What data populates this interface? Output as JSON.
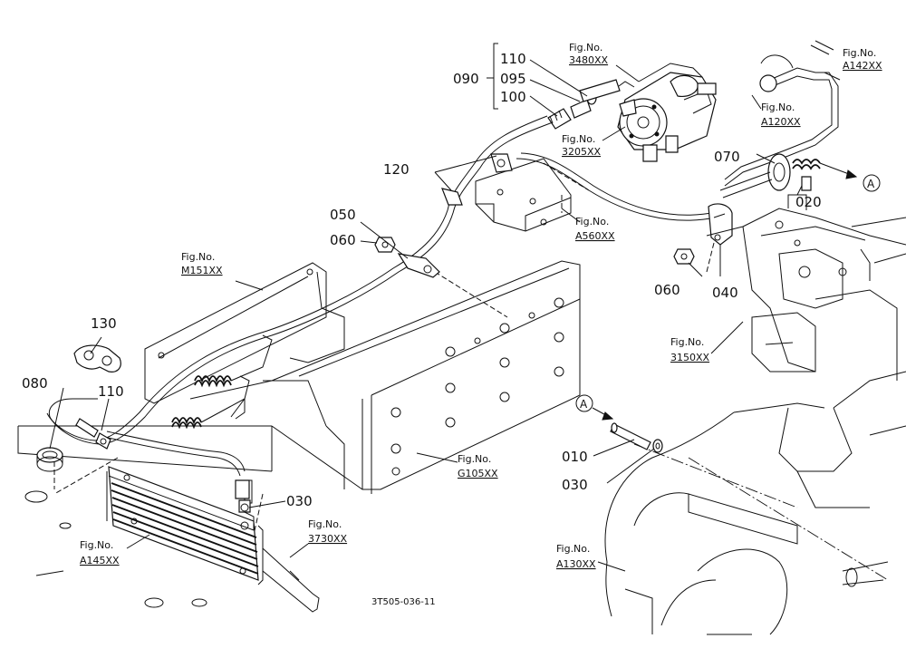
{
  "labels": {
    "p090": "090",
    "p110a": "110",
    "p095": "095",
    "p100": "100",
    "p120": "120",
    "p050": "050",
    "p060a": "060",
    "p070": "070",
    "p020": "020",
    "p060b": "060",
    "p040": "040",
    "p130": "130",
    "p080": "080",
    "p110b": "110",
    "p030a": "030",
    "p010": "010",
    "p030b": "030",
    "markA1": "A",
    "markA2": "A"
  },
  "figs": {
    "f3480": {
      "t": "Fig.No.",
      "n": "3480XX"
    },
    "f3205": {
      "t": "Fig.No.",
      "n": "3205XX"
    },
    "fA142": {
      "t": "Fig.No.",
      "n": "A142XX"
    },
    "fA120": {
      "t": "Fig.No.",
      "n": "A120XX"
    },
    "fA560": {
      "t": "Fig.No.",
      "n": "A560XX"
    },
    "fM151": {
      "t": "Fig.No.",
      "n": "M151XX"
    },
    "f3150": {
      "t": "Fig.No.",
      "n": "3150XX"
    },
    "fG105": {
      "t": "Fig.No.",
      "n": "G105XX"
    },
    "f3730": {
      "t": "Fig.No.",
      "n": "3730XX"
    },
    "fA145": {
      "t": "Fig.No.",
      "n": "A145XX"
    },
    "fA130": {
      "t": "Fig.No.",
      "n": "A130XX"
    }
  },
  "drawing_code": "3T505-036-11"
}
